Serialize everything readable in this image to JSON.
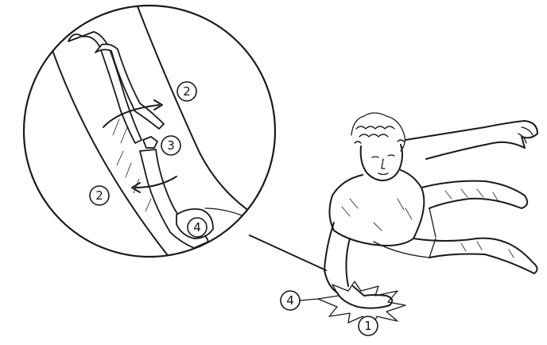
{
  "callouts": {
    "impact_point": "1",
    "muscle_pull_upper": "2",
    "muscle_pull_lower": "2",
    "fracture_site": "3",
    "wrist_joint": "4",
    "ground_contact": "4"
  },
  "colors": {
    "ink": "#1a1a1a",
    "background": "#ffffff"
  }
}
